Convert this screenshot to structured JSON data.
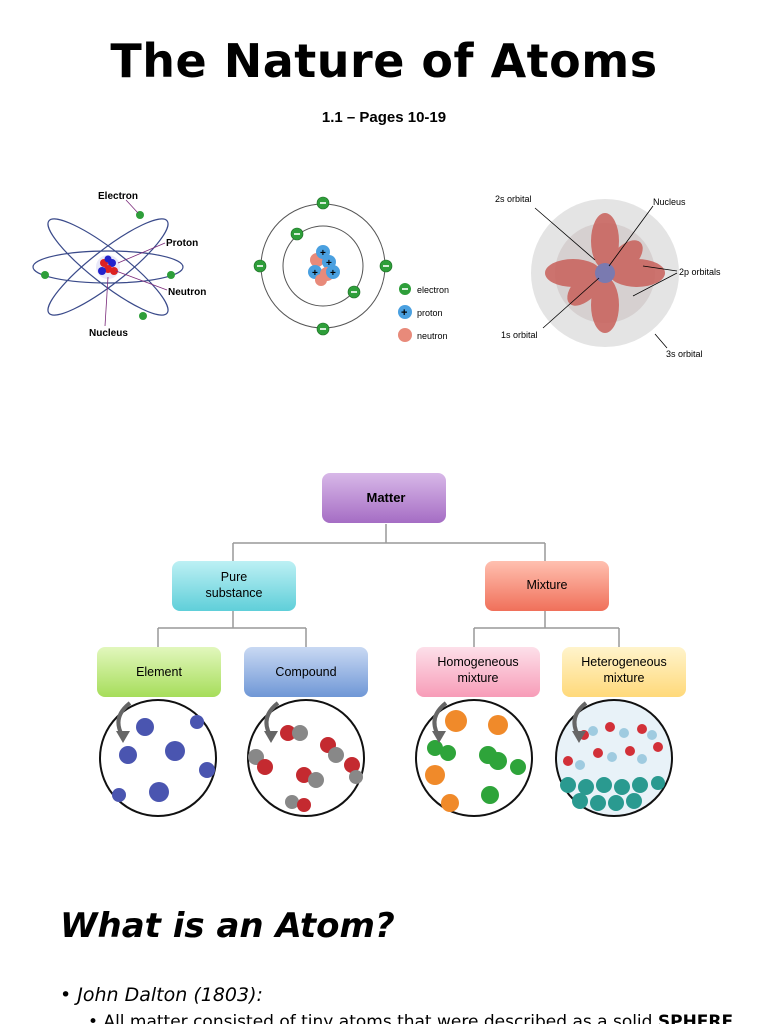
{
  "document": {
    "title": "The Nature of Atoms",
    "subtitle": "1.1 – Pages 10-19"
  },
  "atom_bohr": {
    "labels": {
      "electron": "Electron",
      "proton": "Proton",
      "neutron": "Neutron",
      "nucleus": "Nucleus"
    }
  },
  "atom_shell": {
    "legend": {
      "electron": "electron",
      "proton": "proton",
      "neutron": "neutron"
    }
  },
  "atom_orbital": {
    "labels": {
      "s2": "2s orbital",
      "nucleus": "Nucleus",
      "p2": "2p orbitals",
      "s1": "1s orbital",
      "s3": "3s orbital"
    }
  },
  "matter_chart": {
    "root": "Matter",
    "pure_line1": "Pure",
    "pure_line2": "substance",
    "mixture": "Mixture",
    "element": "Element",
    "compound": "Compound",
    "homog_line1": "Homogeneous",
    "homog_line2": "mixture",
    "heterog_line1": "Heterogeneous",
    "heterog_line2": "mixture"
  },
  "section": {
    "heading": "What is an Atom?",
    "bullet1_mark": "•",
    "bullet1": "John Dalton (1803):",
    "bullet2_mark": "•",
    "bullet2_prefix": "All matter consisted of tiny atoms that were described as a solid ",
    "bullet2_bold": "SPHERE"
  },
  "colors": {
    "electron_green": "#2e9e3a",
    "proton_blue": "#3a8fd6",
    "neutron_red": "#d9645a",
    "matter_purple": "#a56dc4",
    "pure_cyan": "#5fcfd9",
    "mixture_red": "#f0705a",
    "element_green": "#a6dd5a",
    "compound_blue": "#6f97d6",
    "homog_pink": "#f79cb8",
    "heterog_yellow": "#ffd97a"
  }
}
